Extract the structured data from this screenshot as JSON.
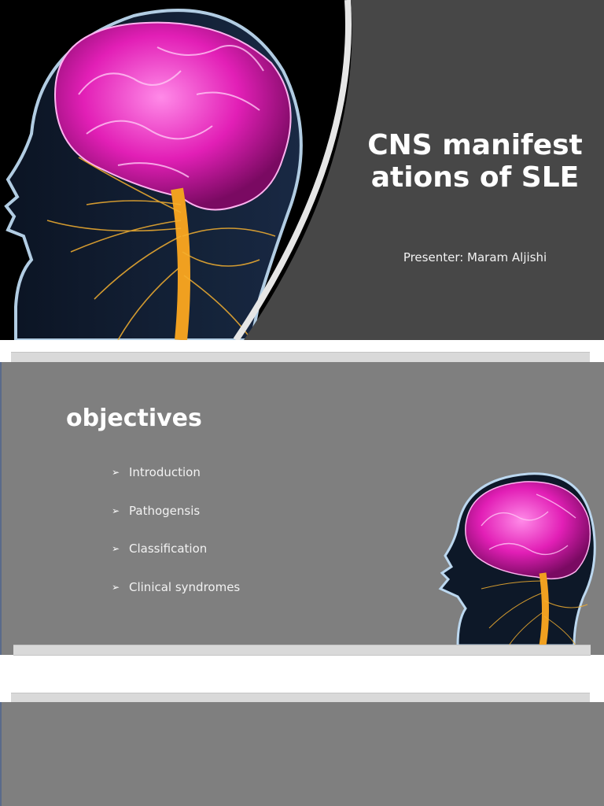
{
  "slides": [
    {
      "title": "CNS manifestations of SLE",
      "presenter": "Presenter: Maram Aljishi"
    },
    {
      "heading": "objectives",
      "bullets": [
        "Introduction",
        "Pathogensis",
        "Classification",
        "Clinical syndromes"
      ]
    },
    {}
  ],
  "bullet_glyph": "➢",
  "colors": {
    "title_slide_bg": "#474747",
    "content_slide_bg": "#7f7f7f",
    "bar": "#d9d9d9",
    "brain": "#e21fb6",
    "nerves": "#f0a020",
    "head_glow": "#bcd8f0"
  }
}
